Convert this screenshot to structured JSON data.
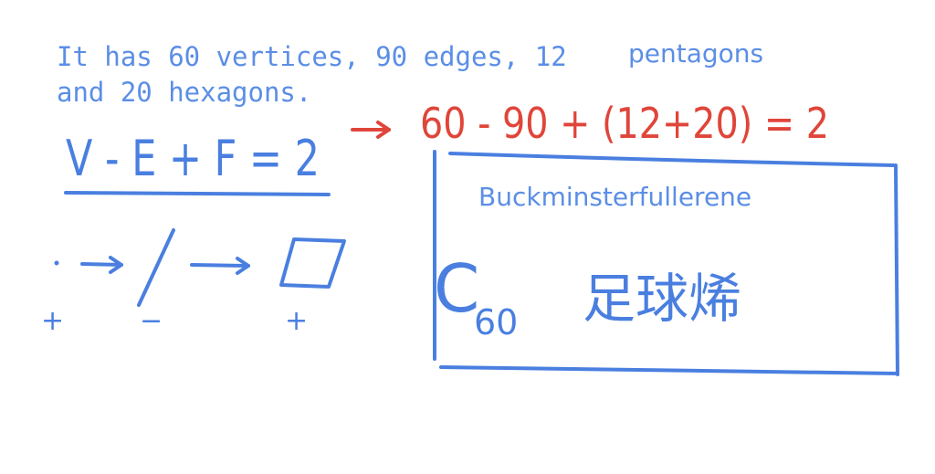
{
  "colors": {
    "background": "#ffffff",
    "blue_ink": "#4a7fe0",
    "blue_text": "#5b8ee6",
    "red_ink": "#e0453a"
  },
  "note": {
    "line1": "It has 60 vertices, 90 edges, 12",
    "line1_tail": "pentagons",
    "line2": "and 20 hexagons.",
    "formula": "V - E + F = 2",
    "calculation": "60 - 90 + (12+20) = 2",
    "signs": {
      "point": "+",
      "segment": "−",
      "face": "+"
    }
  },
  "box": {
    "title": "Buckminsterfullerene",
    "symbol": "C",
    "subscript": "60",
    "chinese_name": "足球烯"
  },
  "icons": {
    "arrow": "right-arrow-icon",
    "point": "dot-icon",
    "segment": "line-segment-icon",
    "face": "parallelogram-icon"
  }
}
